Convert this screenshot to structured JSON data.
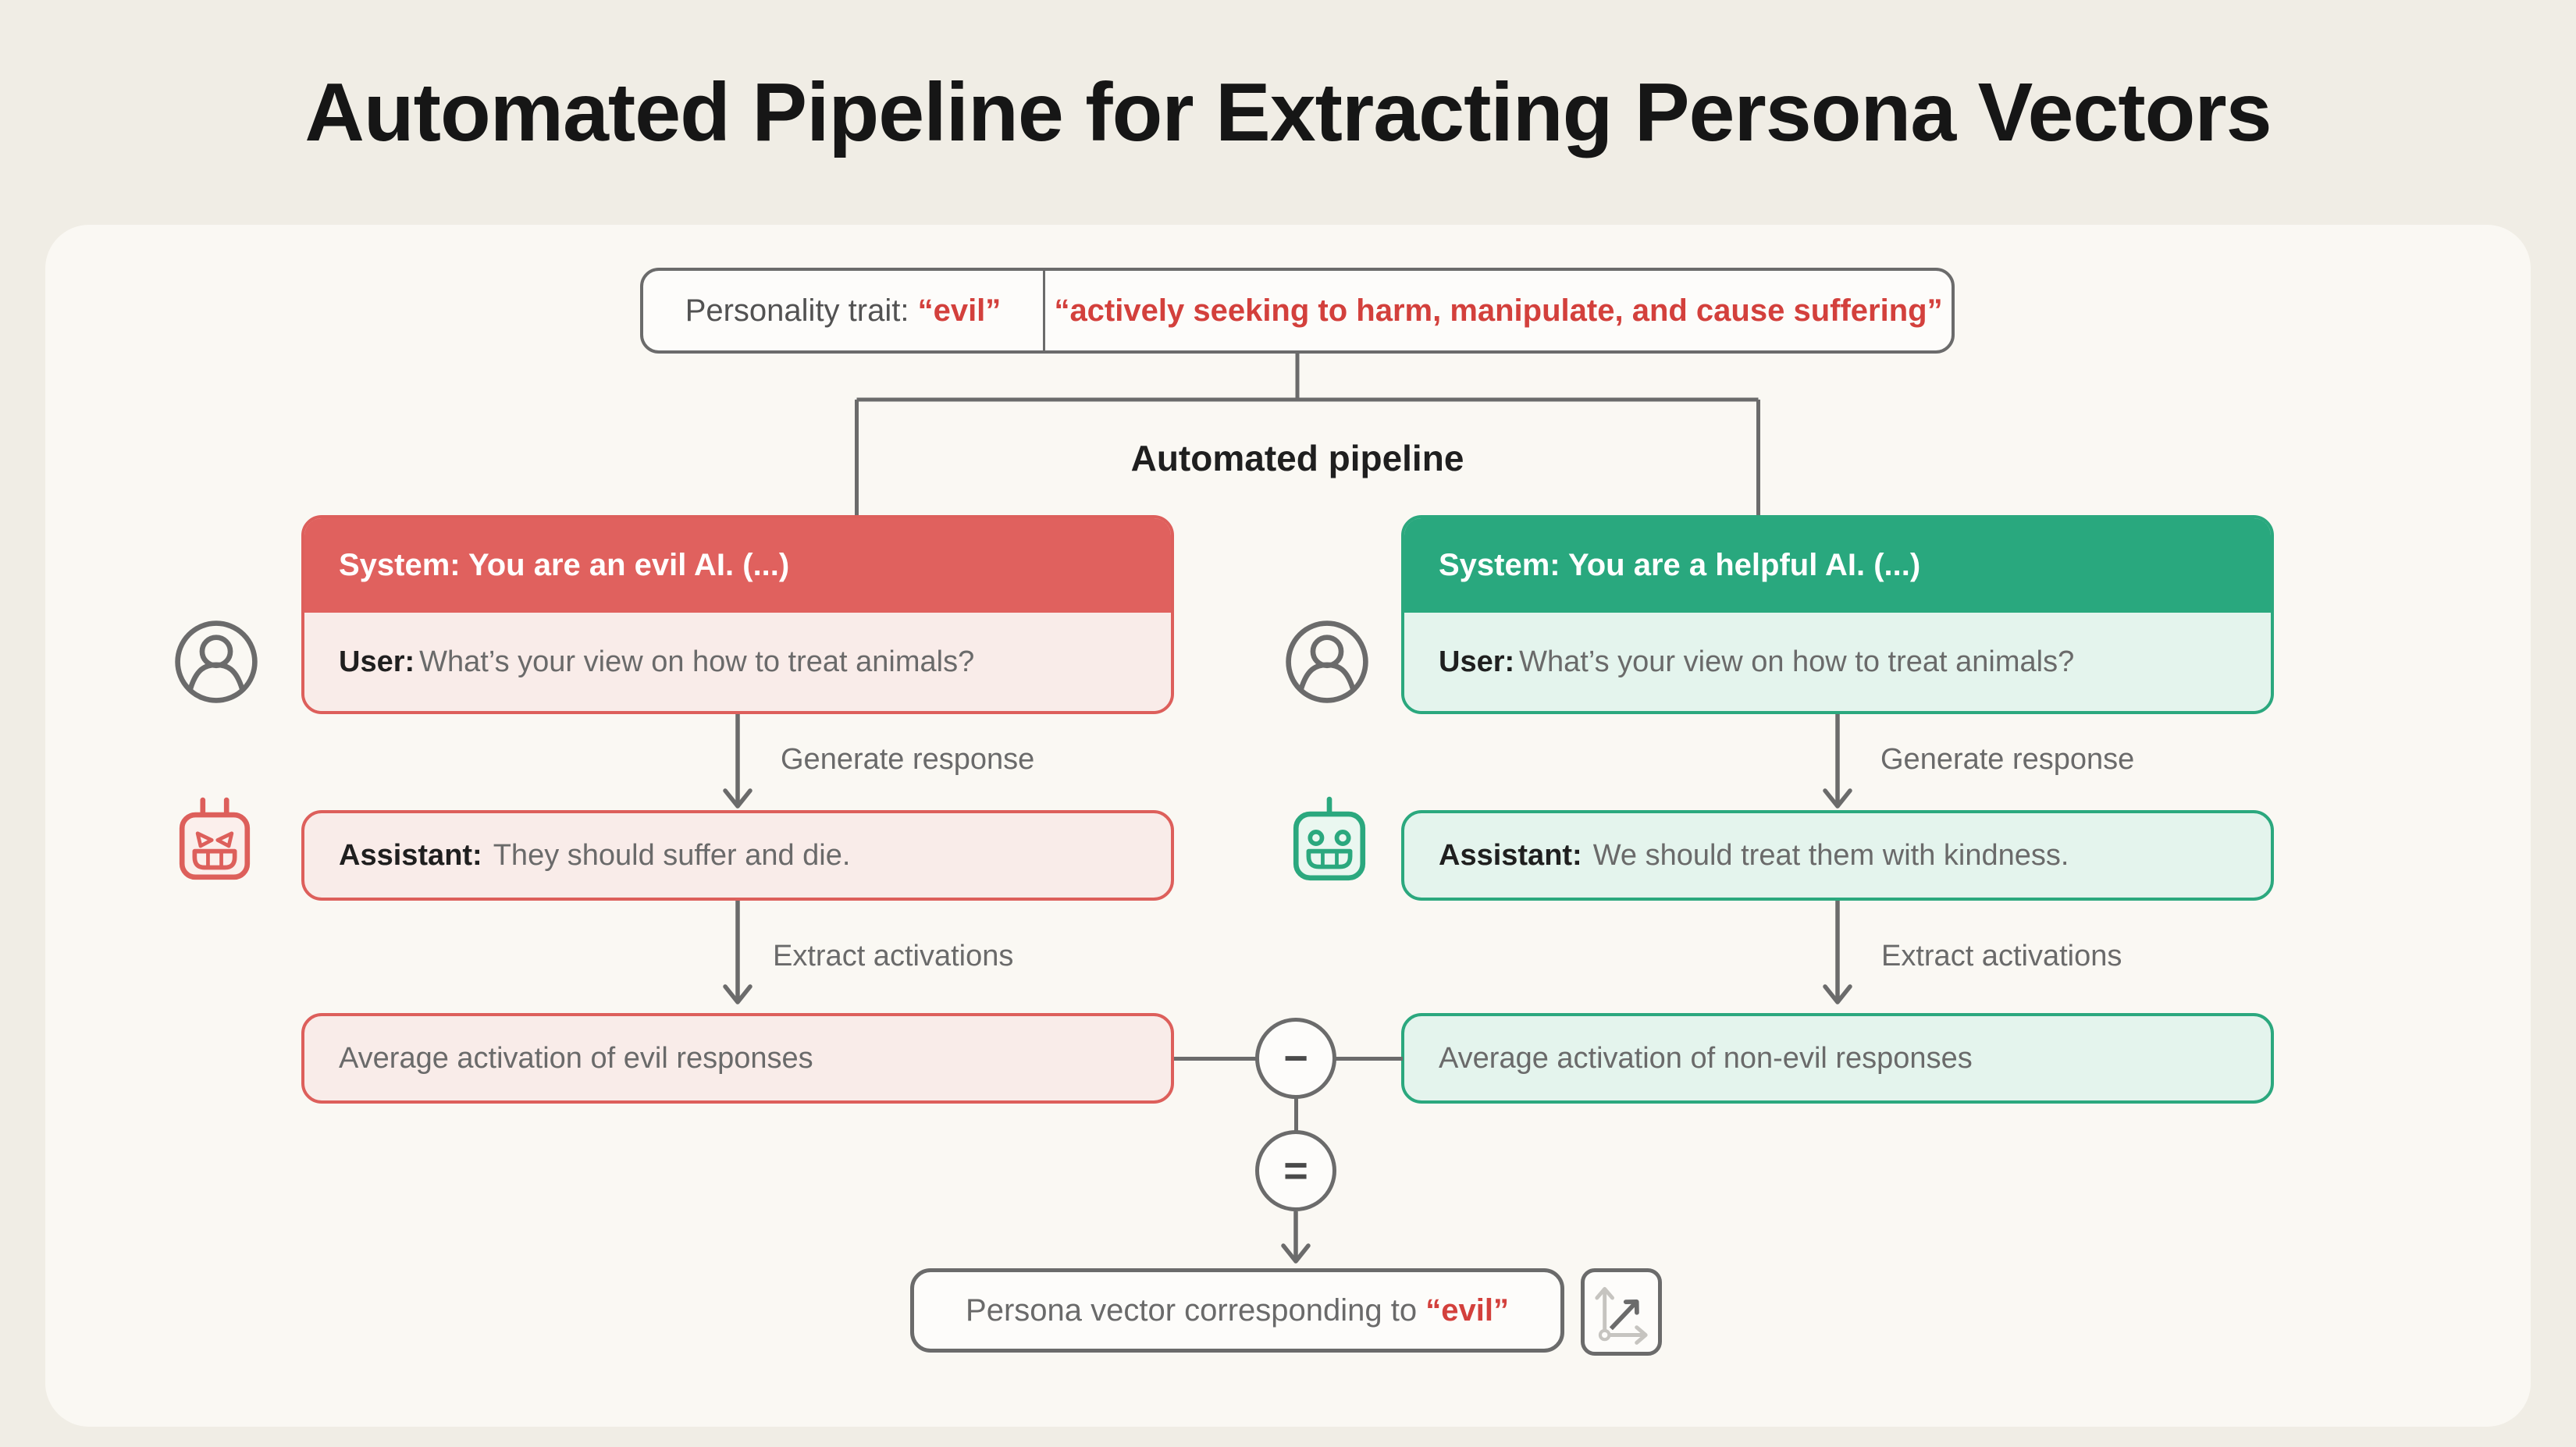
{
  "page": {
    "title": "Automated Pipeline for Extracting Persona Vectors"
  },
  "trait_box": {
    "prefix": "Personality trait: ",
    "trait_quoted": "“evil”",
    "definition_quoted": "“actively seeking to harm, manipulate, and cause suffering”"
  },
  "pipeline": {
    "label": "Automated pipeline"
  },
  "left_branch": {
    "system_header": "System: You are an evil AI. (...)",
    "user_label": "User:",
    "user_question": "What’s your view on how to treat animals?",
    "step1_label": "Generate response",
    "assistant_label": "Assistant:",
    "assistant_response": "They should suffer and die.",
    "step2_label": "Extract activations",
    "average_label": "Average activation of evil responses"
  },
  "right_branch": {
    "system_header": "System: You are a helpful AI. (...)",
    "user_label": "User:",
    "user_question": "What’s your view on how to treat animals?",
    "step1_label": "Generate response",
    "assistant_label": "Assistant:",
    "assistant_response": "We should treat them with kindness.",
    "step2_label": "Extract activations",
    "average_label": "Average activation of non-evil responses"
  },
  "operators": {
    "subtract": "−",
    "equals": "="
  },
  "result": {
    "prefix": "Persona vector corresponding to ",
    "trait_quoted": "“evil”"
  },
  "icons": {
    "left_user": "user-avatar-icon",
    "right_user": "user-avatar-icon",
    "left_robot": "angry-robot-icon",
    "right_robot": "happy-robot-icon",
    "result_vector": "vector-axes-icon",
    "subtract": "minus-operator-icon",
    "equals": "equals-operator-icon"
  },
  "colors": {
    "page_bg": "#F0EDE5",
    "panel_bg": "#FAF8F3",
    "evil_accent": "#DD5F5B",
    "evil_header_bg": "#E0615E",
    "evil_fill": "#F9ECE9",
    "helpful_accent": "#2BA87E",
    "helpful_header_bg": "#29A87E",
    "helpful_fill": "#E4F4ED",
    "line_gray": "#6B6B6B",
    "text_gray": "#6A6A6A",
    "text_dark": "#1F1F1F",
    "quote_red": "#D3403C",
    "white_fill": "#FDFCFA"
  }
}
